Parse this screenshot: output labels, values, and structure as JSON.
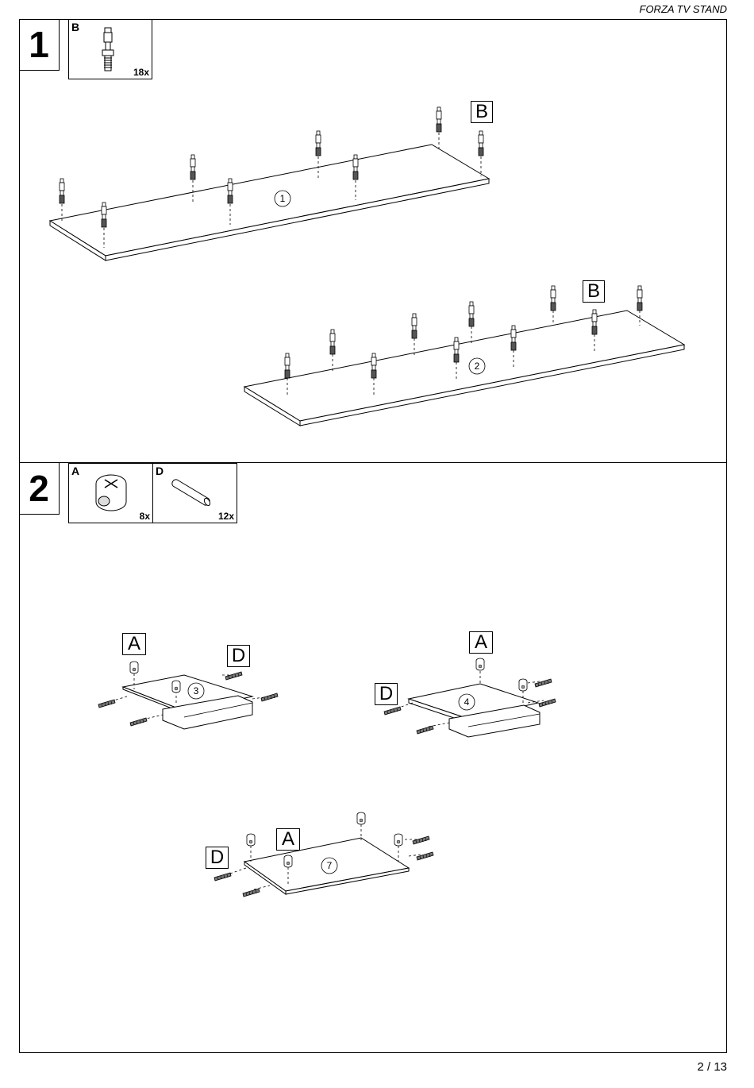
{
  "header": {
    "title": "FORZA TV STAND"
  },
  "steps": [
    {
      "number": "1",
      "parts": [
        {
          "letter": "B",
          "qty": "18x",
          "icon": "cam-bolt-icon"
        }
      ]
    },
    {
      "number": "2",
      "parts": [
        {
          "letter": "A",
          "qty": "8x",
          "icon": "cam-lock-icon"
        },
        {
          "letter": "D",
          "qty": "12x",
          "icon": "wooden-dowel-icon"
        }
      ]
    }
  ],
  "callouts": {
    "step1": [
      "B",
      "B"
    ],
    "step2": [
      "A",
      "D",
      "A",
      "D",
      "A",
      "D"
    ]
  },
  "panels": [
    "1",
    "2",
    "3",
    "4",
    "7"
  ],
  "footer": {
    "page": "2 / 13"
  }
}
